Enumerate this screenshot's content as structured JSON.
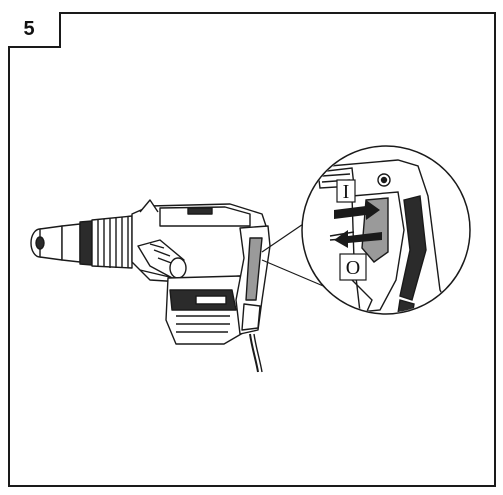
{
  "step": {
    "number": "5"
  },
  "callout": {
    "on_label": "I",
    "off_label": "O"
  },
  "colors": {
    "line": "#1a1a1a",
    "fill_light": "#ffffff",
    "fill_dark": "#2b2b2b",
    "fill_gray": "#9a9a9a"
  }
}
